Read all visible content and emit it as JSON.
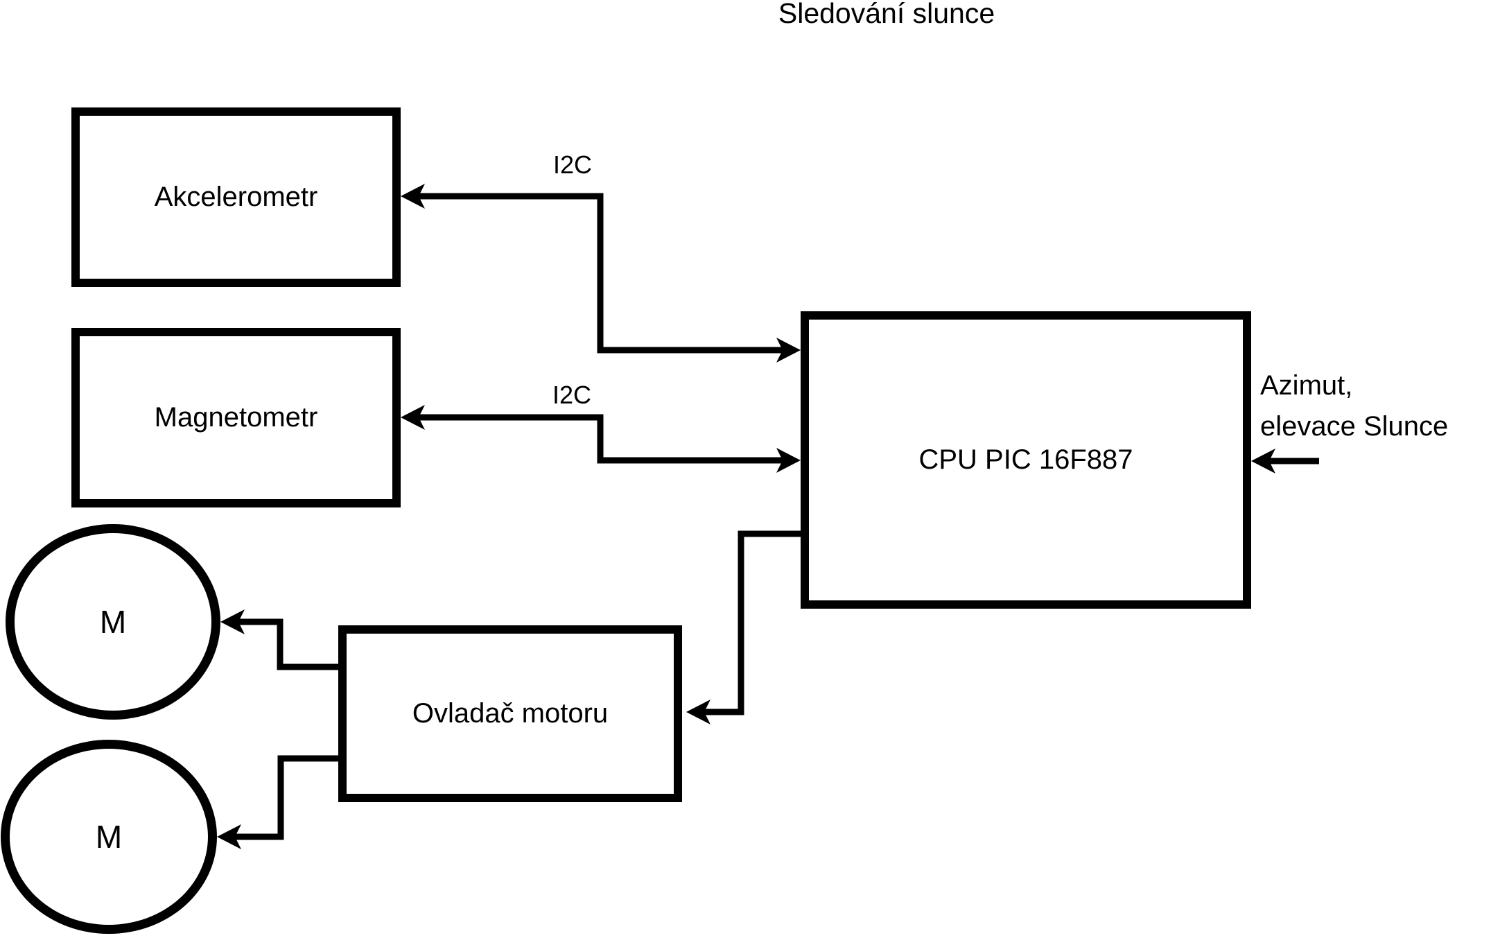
{
  "title": "Sledování slunce",
  "colors": {
    "ink": "#000000",
    "background": "#ffffff"
  },
  "blocks": {
    "akcelerometr": {
      "label": "Akcelerometr"
    },
    "magnetometr": {
      "label": "Magnetometr"
    },
    "cpu": {
      "label": "CPU PIC 16F887"
    },
    "ovladac_motoru": {
      "label": "Ovladač motoru"
    },
    "motor_top": {
      "label": "M"
    },
    "motor_bottom": {
      "label": "M"
    }
  },
  "connections": {
    "i2c_akcelerometr": {
      "label": "I2C",
      "from": "CPU PIC 16F887",
      "to": "Akcelerometr",
      "bidirectional_arrowheads": true
    },
    "i2c_magnetometr": {
      "label": "I2C",
      "from": "CPU PIC 16F887",
      "to": "Magnetometr",
      "bidirectional_arrowheads": true
    },
    "cpu_to_ovladac": {
      "label": "",
      "from": "CPU PIC 16F887",
      "to": "Ovladač motoru"
    },
    "ovladac_to_motor_top": {
      "label": "",
      "from": "Ovladač motoru",
      "to": "M (horní)"
    },
    "ovladac_to_motor_bottom": {
      "label": "",
      "from": "Ovladač motoru",
      "to": "M (dolní)"
    },
    "sun_input": {
      "label": "",
      "to": "CPU PIC 16F887"
    }
  },
  "annotations": {
    "azimut_line1": "Azimut,",
    "azimut_line2": "elevace Slunce"
  }
}
